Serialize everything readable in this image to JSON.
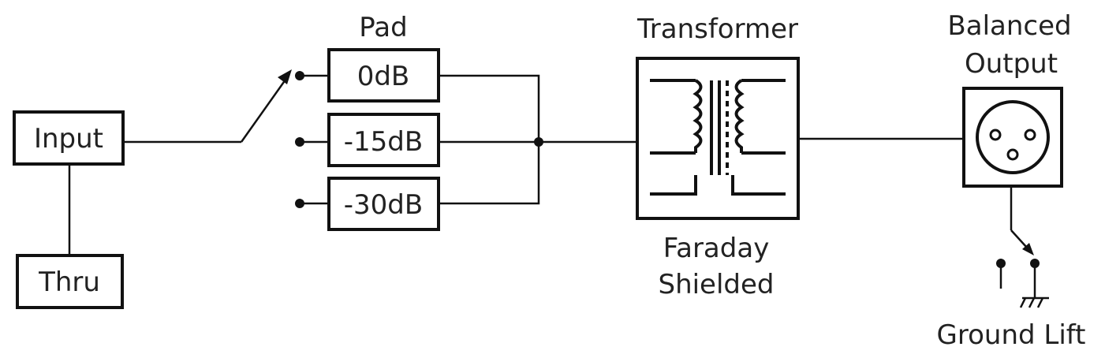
{
  "diagram": {
    "input_label": "Input",
    "thru_label": "Thru",
    "pad": {
      "title": "Pad",
      "options": [
        "0dB",
        "-15dB",
        "-30dB"
      ]
    },
    "transformer": {
      "title": "Transformer",
      "caption_line1": "Faraday",
      "caption_line2": "Shielded",
      "icon": "transformer-icon"
    },
    "output": {
      "title_line1": "Balanced",
      "title_line2": "Output",
      "icon": "xlr-connector-icon"
    },
    "ground_lift_label": "Ground Lift",
    "colors": {
      "line": "#111111",
      "text": "#222222",
      "background": "#ffffff"
    }
  }
}
